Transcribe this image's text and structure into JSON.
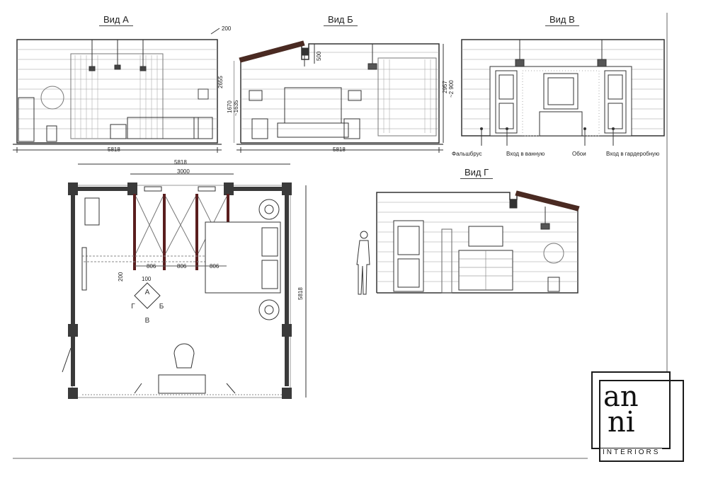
{
  "views": {
    "a": {
      "title": "Вид А",
      "dim_width": "5818",
      "dim_top": "200",
      "dim_height": "2655"
    },
    "b": {
      "title": "Вид Б",
      "dim_width": "5818",
      "dim_500": "500",
      "dim_left1": "1670",
      "dim_left2": "~1635",
      "dim_right1": "2957",
      "dim_right2": "~2 900"
    },
    "v": {
      "title": "Вид В",
      "labels": [
        "Фальшбрус",
        "Вход в ванную",
        "Обои",
        "Вход в гардеробную"
      ]
    },
    "g": {
      "title": "Вид Г"
    }
  },
  "plan": {
    "dim_top_outer": "5818",
    "dim_top_inner": "3000",
    "dim_cols": [
      "806",
      "806",
      "806"
    ],
    "dim_100": "100",
    "dim_200": "200",
    "dim_right": "5818",
    "compass": {
      "n": "А",
      "e": "Б",
      "s": "В",
      "w": "Г"
    }
  },
  "logo": {
    "line1": "an",
    "line2": "ni",
    "sub": "INTERIORS"
  },
  "colors": {
    "ink": "#222222",
    "wall": "#3a3a3a",
    "beam": "#5a1e1e",
    "roof": "#4a2a22"
  }
}
